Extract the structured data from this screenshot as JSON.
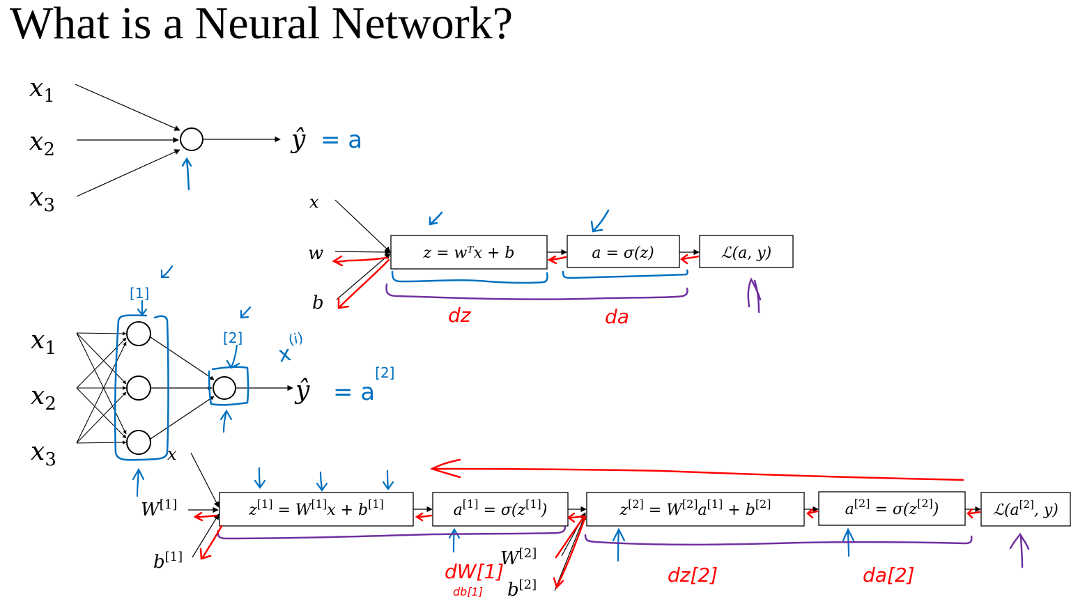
{
  "title": "What is a Neural Network?",
  "colors": {
    "ink": "#000000",
    "annotation_blue": "#0070c0",
    "annotation_red": "#ff0000",
    "annotation_purple": "#7030a0",
    "background": "#ffffff"
  },
  "single_neuron": {
    "inputs": [
      "x",
      "x",
      "x"
    ],
    "input_subscripts": [
      "1",
      "2",
      "3"
    ],
    "output_label": "ŷ",
    "annotation": "= a"
  },
  "logistic_graph": {
    "inputs": [
      "x",
      "w",
      "b"
    ],
    "boxes": [
      "z = wᵀx + b",
      "a = σ(z)",
      "ℒ(a, y)"
    ],
    "derivative_labels": [
      "dz",
      "da"
    ]
  },
  "two_layer_network": {
    "inputs": [
      "x",
      "x",
      "x"
    ],
    "input_subscripts": [
      "1",
      "2",
      "3"
    ],
    "layer_labels": [
      "[1]",
      "[2]"
    ],
    "sample_label": "x",
    "sample_superscript": "(i)",
    "output_label": "ŷ",
    "annotation": "= a",
    "annotation_superscript": "[2]"
  },
  "two_layer_graph": {
    "input_x": "x",
    "params_layer1": [
      "W[1]",
      "b[1]"
    ],
    "params_layer2": [
      "W[2]",
      "b[2]"
    ],
    "boxes": [
      "z[1] = W[1]x + b[1]",
      "a[1] = σ(z[1])",
      "z[2] = W[2]a[1] + b[2]",
      "a[2] = σ(z[2])",
      "ℒ(a[2], y)"
    ],
    "derivative_labels": [
      "dW[1]",
      "db[1]",
      "dz[2]",
      "da[2]"
    ]
  }
}
